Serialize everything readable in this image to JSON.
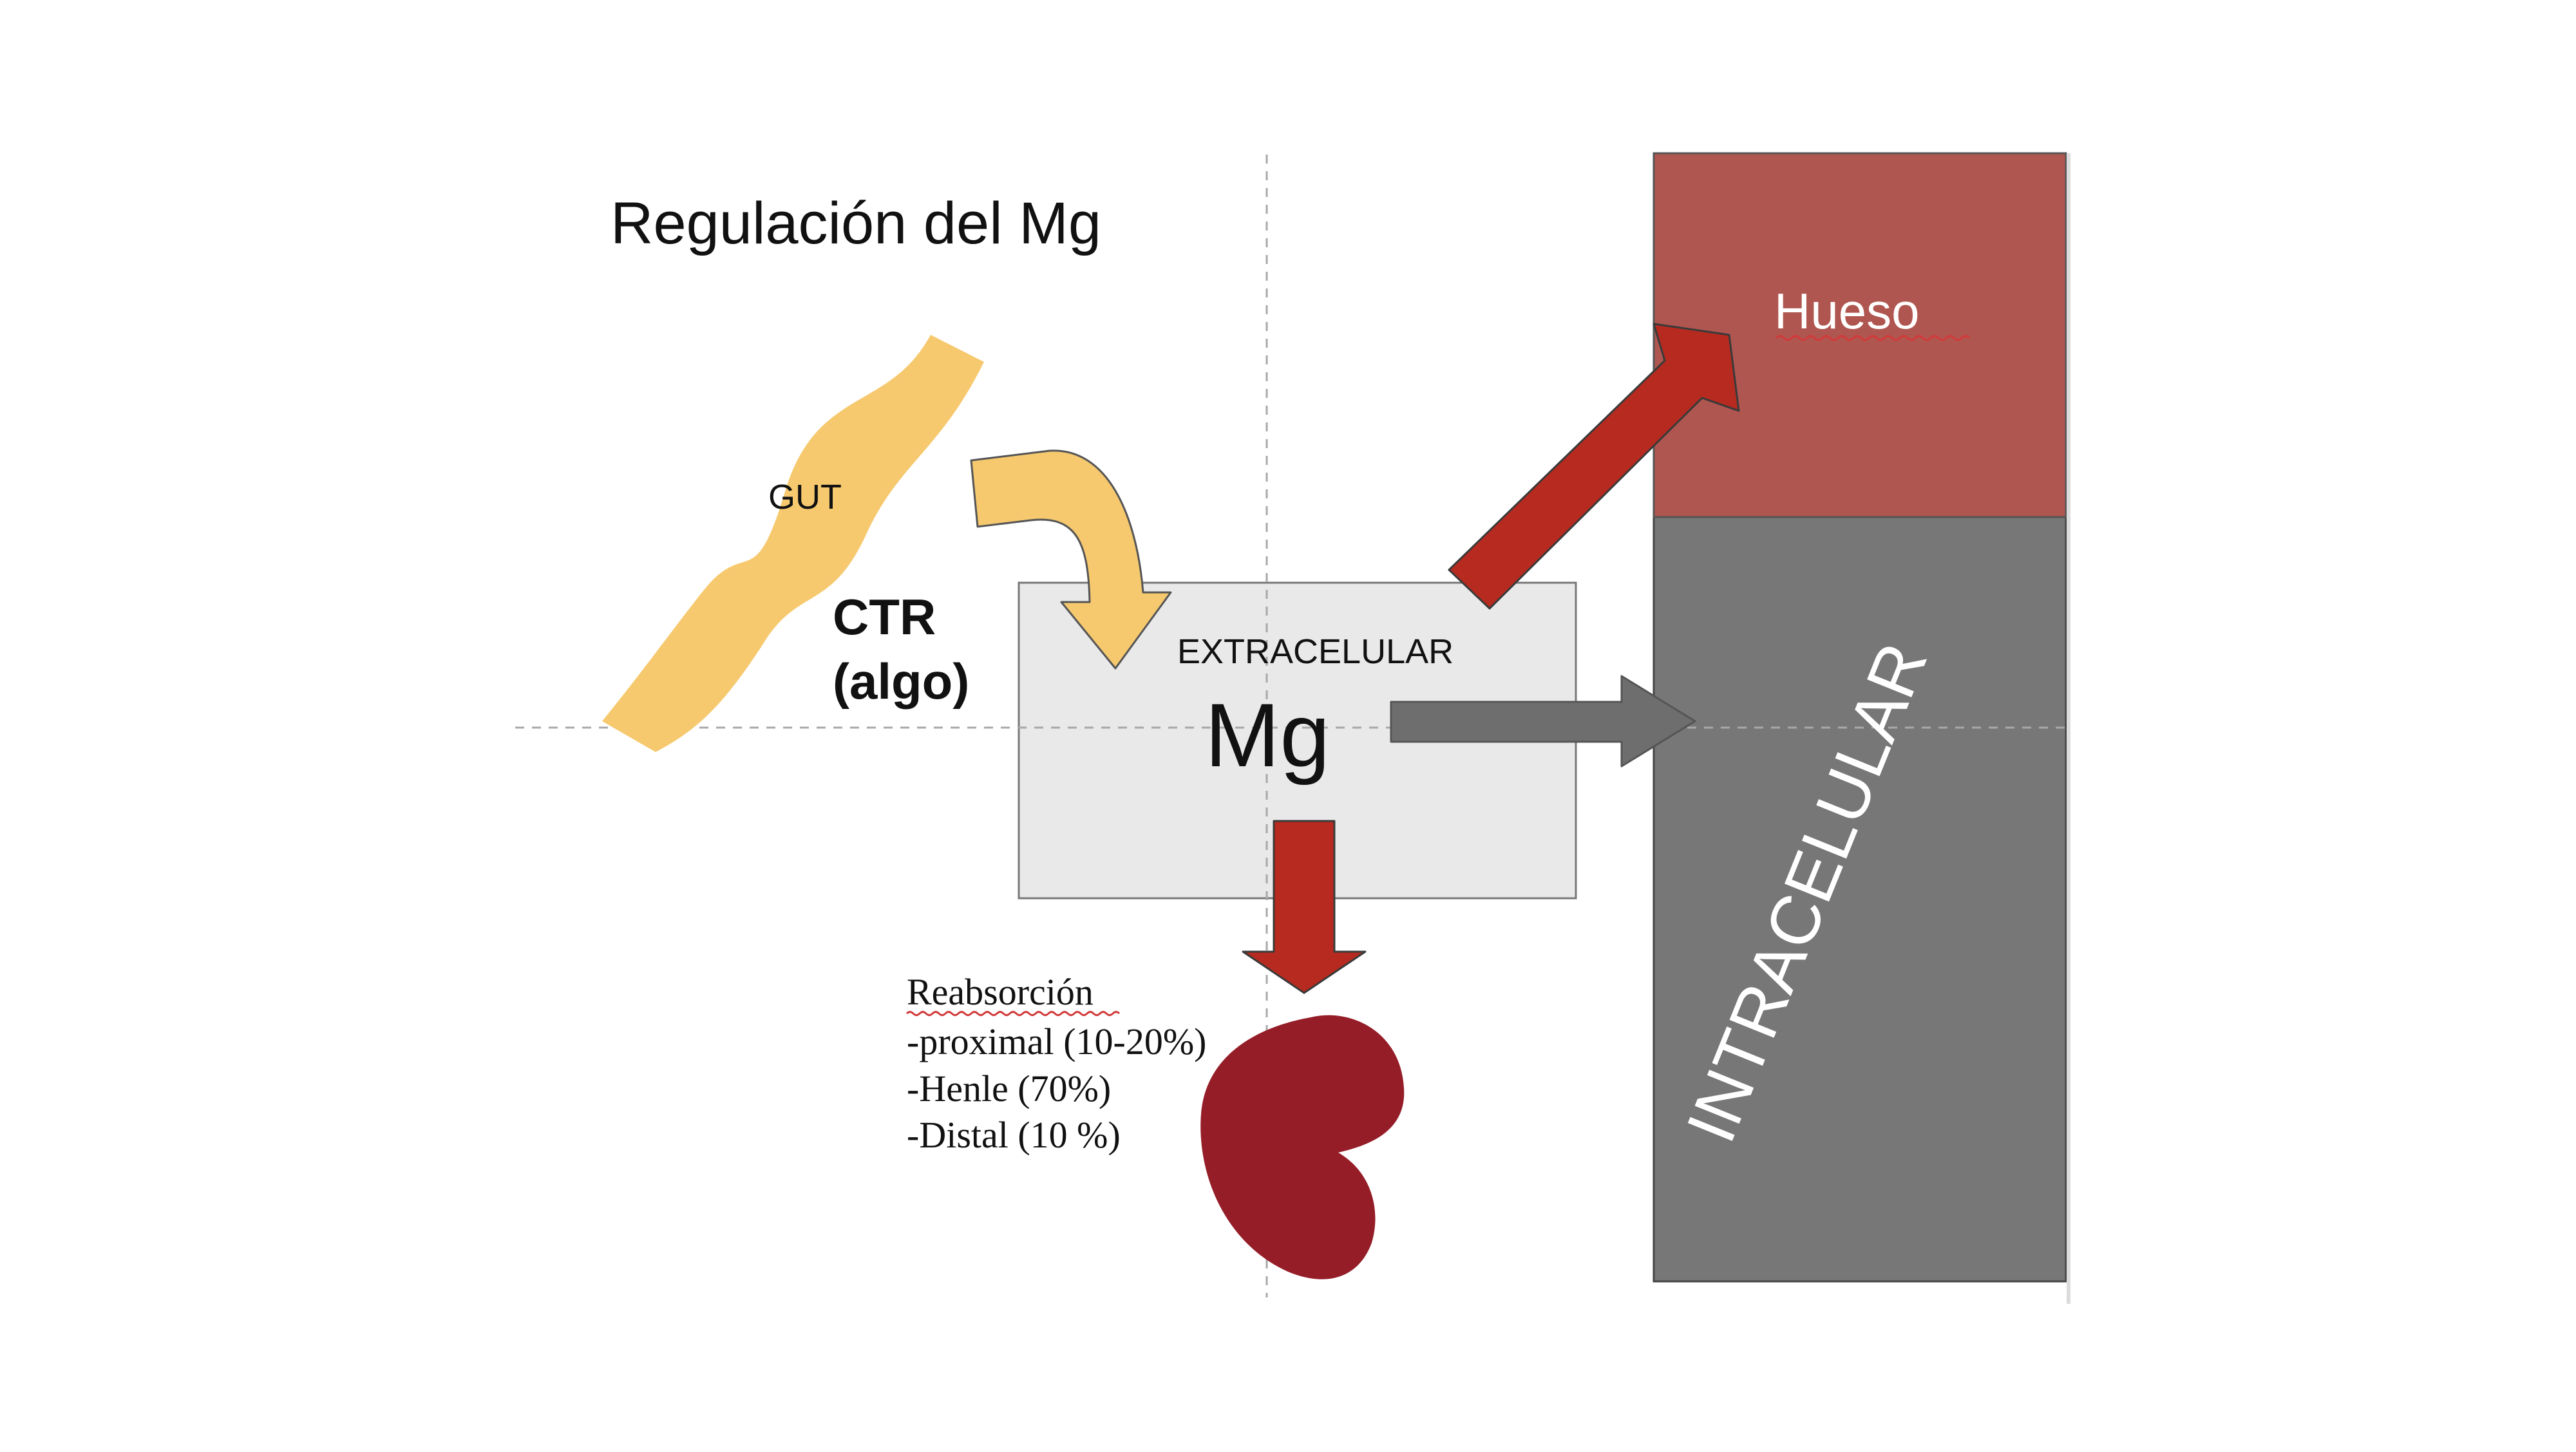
{
  "title": "Regulación del Mg",
  "gut": {
    "label": "GUT"
  },
  "ctr": {
    "line1": "CTR",
    "line2": "(algo)"
  },
  "extracellular": {
    "label": "EXTRACELULAR",
    "ion": "Mg"
  },
  "bone": {
    "label": "Hueso"
  },
  "intracellular": {
    "label": "INTRACELULAR"
  },
  "kidney": {
    "heading": "Reabsorción",
    "items": [
      "-proximal (10-20%)",
      "-Henle (70%)",
      "-Distal (10 %)"
    ]
  },
  "colors": {
    "gut_yellow": "#f6c96f",
    "arrow_red": "#b72a1f",
    "bone_red": "#b05650",
    "intracellular_gray": "#777777",
    "extracellular_fill": "#e9e9e9",
    "kidney": "#951d28",
    "gray_arrow": "#6e6e6e"
  }
}
